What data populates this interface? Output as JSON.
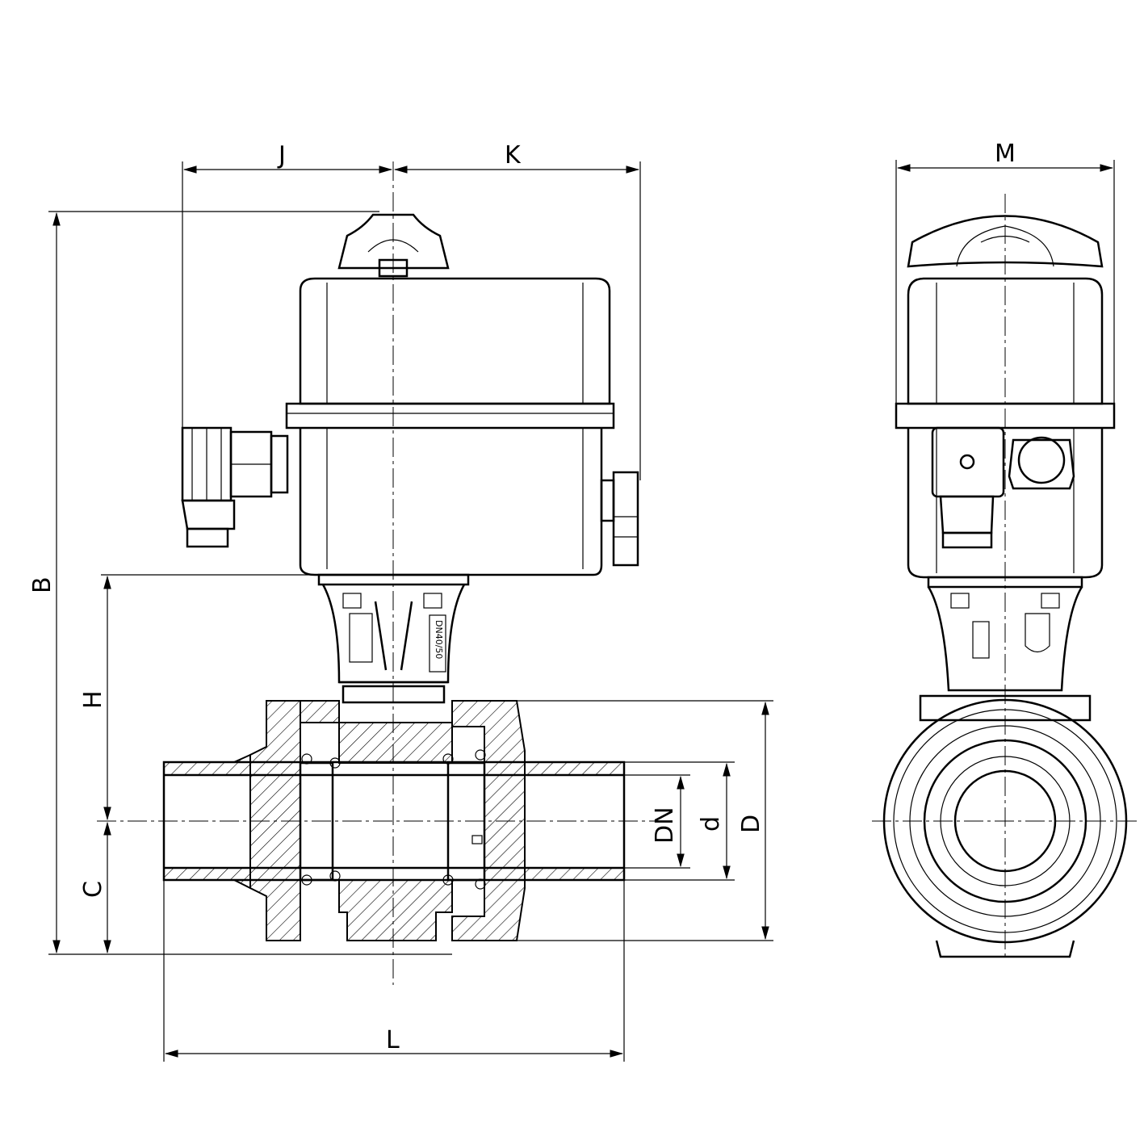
{
  "drawing": {
    "title": "Electrically actuated ball valve - dimension drawing",
    "dimensions": {
      "J": "J",
      "K": "K",
      "M": "M",
      "B": "B",
      "H": "H",
      "C": "C",
      "L": "L",
      "DN": "DN",
      "d": "d",
      "D": "D"
    },
    "bracket_label": "DN40/50"
  },
  "colors": {
    "line": "#000000",
    "background": "#ffffff"
  }
}
